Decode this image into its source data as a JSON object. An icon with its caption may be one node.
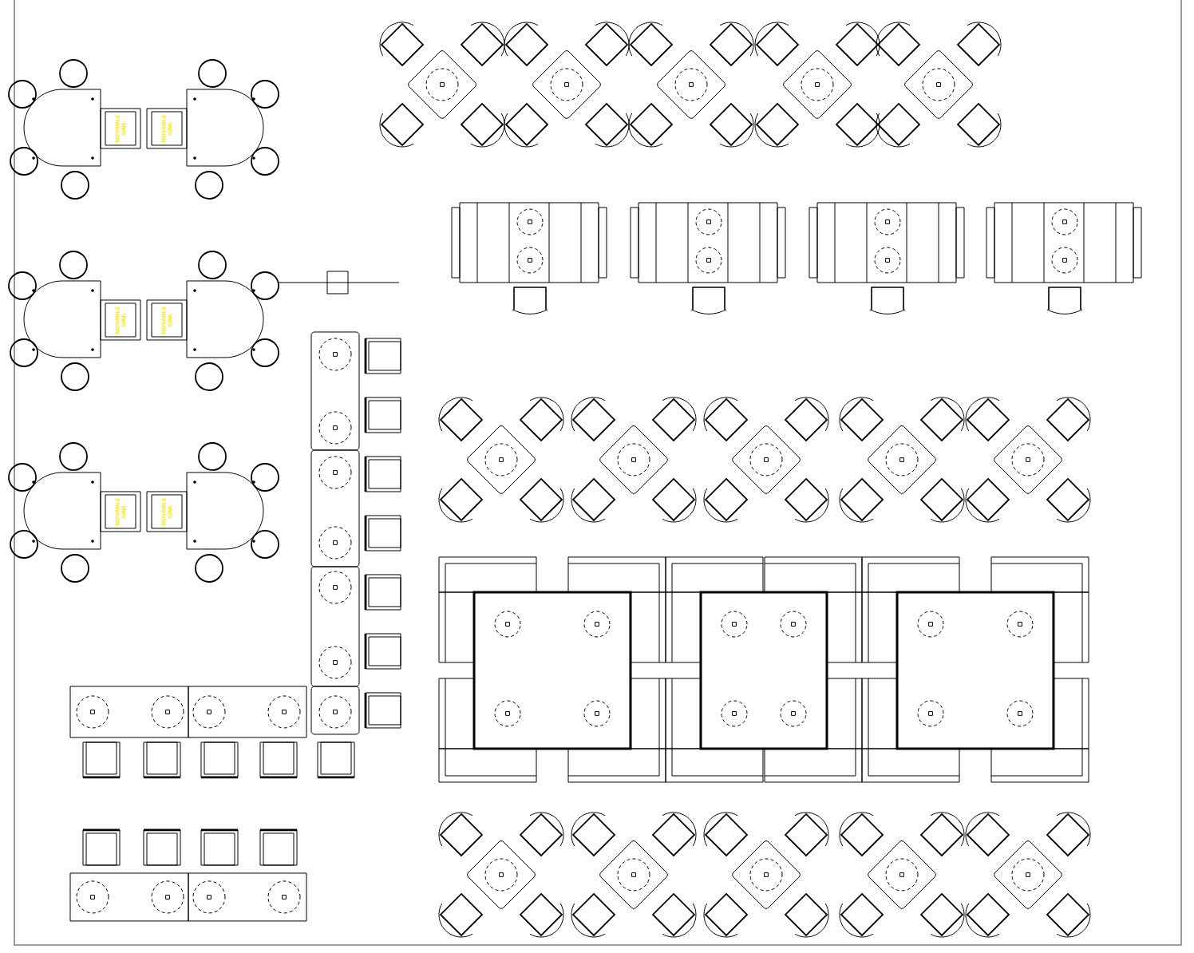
{
  "diagram": {
    "labels": [
      "MOVABLE SINK",
      "MOVABLE SINK",
      "MOVABLE SINK",
      "MOVABLE SINK",
      "MOVABLE SINK",
      "MOVABLE SINK"
    ]
  }
}
